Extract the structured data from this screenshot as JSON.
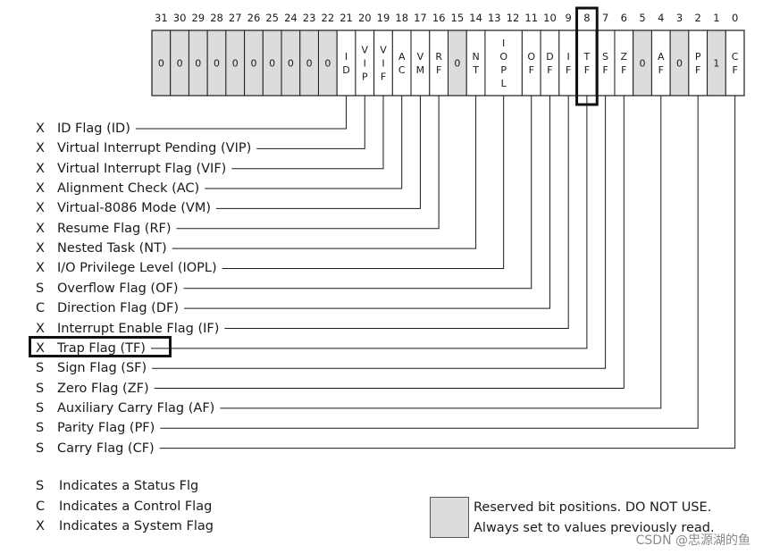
{
  "bit_numbers": [
    "31",
    "30",
    "29",
    "28",
    "27",
    "26",
    "25",
    "24",
    "23",
    "22",
    "21",
    "20",
    "19",
    "18",
    "17",
    "16",
    "15",
    "14",
    "13",
    "12",
    "11",
    "10",
    "9",
    "8",
    "7",
    "6",
    "5",
    "4",
    "3",
    "2",
    "1",
    "0"
  ],
  "cells": [
    {
      "bits": "31",
      "text": "0",
      "reserved": true
    },
    {
      "bits": "30",
      "text": "0",
      "reserved": true
    },
    {
      "bits": "29",
      "text": "0",
      "reserved": true
    },
    {
      "bits": "28",
      "text": "0",
      "reserved": true
    },
    {
      "bits": "27",
      "text": "0",
      "reserved": true
    },
    {
      "bits": "26",
      "text": "0",
      "reserved": true
    },
    {
      "bits": "25",
      "text": "0",
      "reserved": true
    },
    {
      "bits": "24",
      "text": "0",
      "reserved": true
    },
    {
      "bits": "23",
      "text": "0",
      "reserved": true
    },
    {
      "bits": "22",
      "text": "0",
      "reserved": true
    },
    {
      "bits": "21",
      "text": "ID",
      "reserved": false
    },
    {
      "bits": "20",
      "text": "VIP",
      "reserved": false
    },
    {
      "bits": "19",
      "text": "VIF",
      "reserved": false
    },
    {
      "bits": "18",
      "text": "AC",
      "reserved": false
    },
    {
      "bits": "17",
      "text": "VM",
      "reserved": false
    },
    {
      "bits": "16",
      "text": "RF",
      "reserved": false
    },
    {
      "bits": "15",
      "text": "0",
      "reserved": true
    },
    {
      "bits": "14",
      "text": "NT",
      "reserved": false
    },
    {
      "bits": "13-12",
      "text": "IOPL",
      "reserved": false
    },
    {
      "bits": "11",
      "text": "OF",
      "reserved": false
    },
    {
      "bits": "10",
      "text": "DF",
      "reserved": false
    },
    {
      "bits": "9",
      "text": "IF",
      "reserved": false
    },
    {
      "bits": "8",
      "text": "TF",
      "reserved": false
    },
    {
      "bits": "7",
      "text": "SF",
      "reserved": false
    },
    {
      "bits": "6",
      "text": "ZF",
      "reserved": false
    },
    {
      "bits": "5",
      "text": "0",
      "reserved": true
    },
    {
      "bits": "4",
      "text": "AF",
      "reserved": false
    },
    {
      "bits": "3",
      "text": "0",
      "reserved": true
    },
    {
      "bits": "2",
      "text": "PF",
      "reserved": false
    },
    {
      "bits": "1",
      "text": "1",
      "reserved": true
    },
    {
      "bits": "0",
      "text": "CF",
      "reserved": false
    }
  ],
  "highlighted_bit": "8",
  "flags": [
    {
      "type": "X",
      "label": "ID Flag (ID)",
      "bit": "21"
    },
    {
      "type": "X",
      "label": "Virtual Interrupt Pending (VIP)",
      "bit": "20"
    },
    {
      "type": "X",
      "label": "Virtual Interrupt Flag (VIF)",
      "bit": "19"
    },
    {
      "type": "X",
      "label": "Alignment Check (AC)",
      "bit": "18"
    },
    {
      "type": "X",
      "label": "Virtual-8086 Mode (VM)",
      "bit": "17"
    },
    {
      "type": "X",
      "label": "Resume Flag (RF)",
      "bit": "16"
    },
    {
      "type": "X",
      "label": "Nested Task (NT)",
      "bit": "14"
    },
    {
      "type": "X",
      "label": "I/O Privilege Level (IOPL)",
      "bit": "13-12"
    },
    {
      "type": "S",
      "label": "Overflow Flag (OF)",
      "bit": "11"
    },
    {
      "type": "C",
      "label": "Direction Flag (DF)",
      "bit": "10"
    },
    {
      "type": "X",
      "label": "Interrupt Enable Flag (IF)",
      "bit": "9"
    },
    {
      "type": "X",
      "label": "Trap Flag (TF)",
      "bit": "8",
      "highlighted": true
    },
    {
      "type": "S",
      "label": "Sign Flag (SF)",
      "bit": "7"
    },
    {
      "type": "S",
      "label": "Zero Flag (ZF)",
      "bit": "6"
    },
    {
      "type": "S",
      "label": "Auxiliary Carry Flag (AF)",
      "bit": "4"
    },
    {
      "type": "S",
      "label": "Parity Flag (PF)",
      "bit": "2"
    },
    {
      "type": "S",
      "label": "Carry Flag (CF)",
      "bit": "0"
    }
  ],
  "legend": [
    {
      "type": "S",
      "text": "Indicates a Status Flg"
    },
    {
      "type": "C",
      "text": "Indicates a Control Flag"
    },
    {
      "type": "X",
      "text": "Indicates a System Flag"
    }
  ],
  "reserved_note": {
    "line1": "Reserved bit positions. DO NOT USE.",
    "line2": "Always set to values previously read."
  },
  "watermark": "CSDN @忠源湖的鱼",
  "colors": {
    "reserved_fill": "#dcdcdc",
    "line": "#1a1a1a",
    "highlight": "#111111"
  }
}
